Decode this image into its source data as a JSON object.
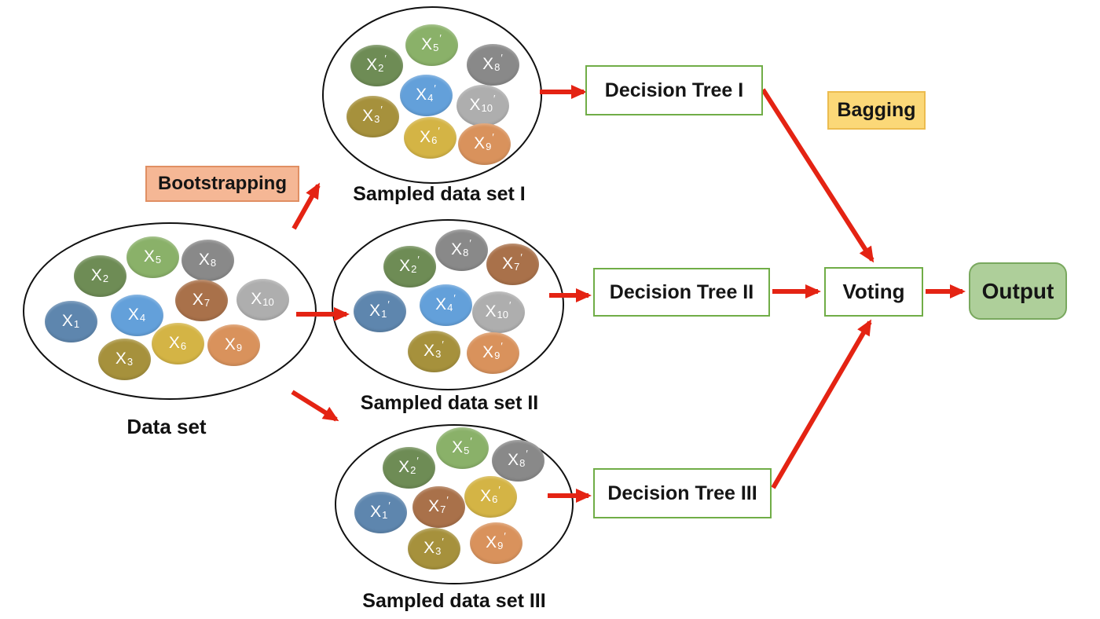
{
  "diagram": {
    "title_implied": "Bagging ensemble diagram",
    "prime_char": "′",
    "labels": {
      "dataset": "Data set",
      "bootstrapping": "Bootstrapping",
      "bagging": "Bagging",
      "sampled1": "Sampled data set I",
      "sampled2": "Sampled data set II",
      "sampled3": "Sampled data set III",
      "dt1": "Decision Tree I",
      "dt2": "Decision Tree II",
      "dt3": "Decision Tree III",
      "voting": "Voting",
      "output": "Output"
    },
    "colors": {
      "x1": "#5e86ae",
      "x2": "#6e8c55",
      "x3": "#a6913c",
      "x4": "#63a0da",
      "x5": "#8ab169",
      "x6": "#d4b445",
      "x7": "#a9714a",
      "x8": "#898989",
      "x9": "#d9925c",
      "x10": "#aeaeae",
      "arrow_red": "#e42313",
      "ellipse_stroke": "#111111",
      "tree_box_border": "#70ad47",
      "tree_box_fill": "#ffffff",
      "voting_border": "#70ad47",
      "voting_fill": "#ffffff",
      "output_fill": "#aecf9a",
      "output_border": "#79a85e",
      "bootstrapping_fill": "#f5b795",
      "bootstrapping_border": "#e08f63",
      "bagging_fill": "#fbd878",
      "bagging_border": "#ecbc4f",
      "oval_text": "#ffffff",
      "label_text": "#111111"
    },
    "sets": {
      "dataset": {
        "caption": "Data set",
        "members": [
          {
            "id": "x2",
            "base": "X",
            "sub": "2",
            "prime": false
          },
          {
            "id": "x5",
            "base": "X",
            "sub": "5",
            "prime": false
          },
          {
            "id": "x8",
            "base": "X",
            "sub": "8",
            "prime": false
          },
          {
            "id": "x7",
            "base": "X",
            "sub": "7",
            "prime": false
          },
          {
            "id": "x10",
            "base": "X",
            "sub": "10",
            "prime": false
          },
          {
            "id": "x1",
            "base": "X",
            "sub": "1",
            "prime": false
          },
          {
            "id": "x4",
            "base": "X",
            "sub": "4",
            "prime": false
          },
          {
            "id": "x6",
            "base": "X",
            "sub": "6",
            "prime": false
          },
          {
            "id": "x9",
            "base": "X",
            "sub": "9",
            "prime": false
          },
          {
            "id": "x3",
            "base": "X",
            "sub": "3",
            "prime": false
          }
        ]
      },
      "sampled1": {
        "caption": "Sampled data set I",
        "members": [
          {
            "id": "x2",
            "base": "X",
            "sub": "2",
            "prime": true
          },
          {
            "id": "x5",
            "base": "X",
            "sub": "5",
            "prime": true
          },
          {
            "id": "x8",
            "base": "X",
            "sub": "8",
            "prime": true
          },
          {
            "id": "x4",
            "base": "X",
            "sub": "4",
            "prime": true
          },
          {
            "id": "x10",
            "base": "X",
            "sub": "10",
            "prime": true
          },
          {
            "id": "x3",
            "base": "X",
            "sub": "3",
            "prime": true
          },
          {
            "id": "x6",
            "base": "X",
            "sub": "6",
            "prime": true
          },
          {
            "id": "x9",
            "base": "X",
            "sub": "9",
            "prime": true
          }
        ]
      },
      "sampled2": {
        "caption": "Sampled data set II",
        "members": [
          {
            "id": "x2",
            "base": "X",
            "sub": "2",
            "prime": true
          },
          {
            "id": "x8",
            "base": "X",
            "sub": "8",
            "prime": true
          },
          {
            "id": "x7",
            "base": "X",
            "sub": "7",
            "prime": true
          },
          {
            "id": "x1",
            "base": "X",
            "sub": "1",
            "prime": true
          },
          {
            "id": "x4",
            "base": "X",
            "sub": "4",
            "prime": true
          },
          {
            "id": "x10",
            "base": "X",
            "sub": "10",
            "prime": true
          },
          {
            "id": "x3",
            "base": "X",
            "sub": "3",
            "prime": true
          },
          {
            "id": "x9",
            "base": "X",
            "sub": "9",
            "prime": true
          }
        ]
      },
      "sampled3": {
        "caption": "Sampled data set III",
        "members": [
          {
            "id": "x2",
            "base": "X",
            "sub": "2",
            "prime": true
          },
          {
            "id": "x5",
            "base": "X",
            "sub": "5",
            "prime": true
          },
          {
            "id": "x8",
            "base": "X",
            "sub": "8",
            "prime": true
          },
          {
            "id": "x1",
            "base": "X",
            "sub": "1",
            "prime": true
          },
          {
            "id": "x7",
            "base": "X",
            "sub": "7",
            "prime": true
          },
          {
            "id": "x6",
            "base": "X",
            "sub": "6",
            "prime": true
          },
          {
            "id": "x3",
            "base": "X",
            "sub": "3",
            "prime": true
          },
          {
            "id": "x9",
            "base": "X",
            "sub": "9",
            "prime": true
          }
        ]
      }
    }
  }
}
